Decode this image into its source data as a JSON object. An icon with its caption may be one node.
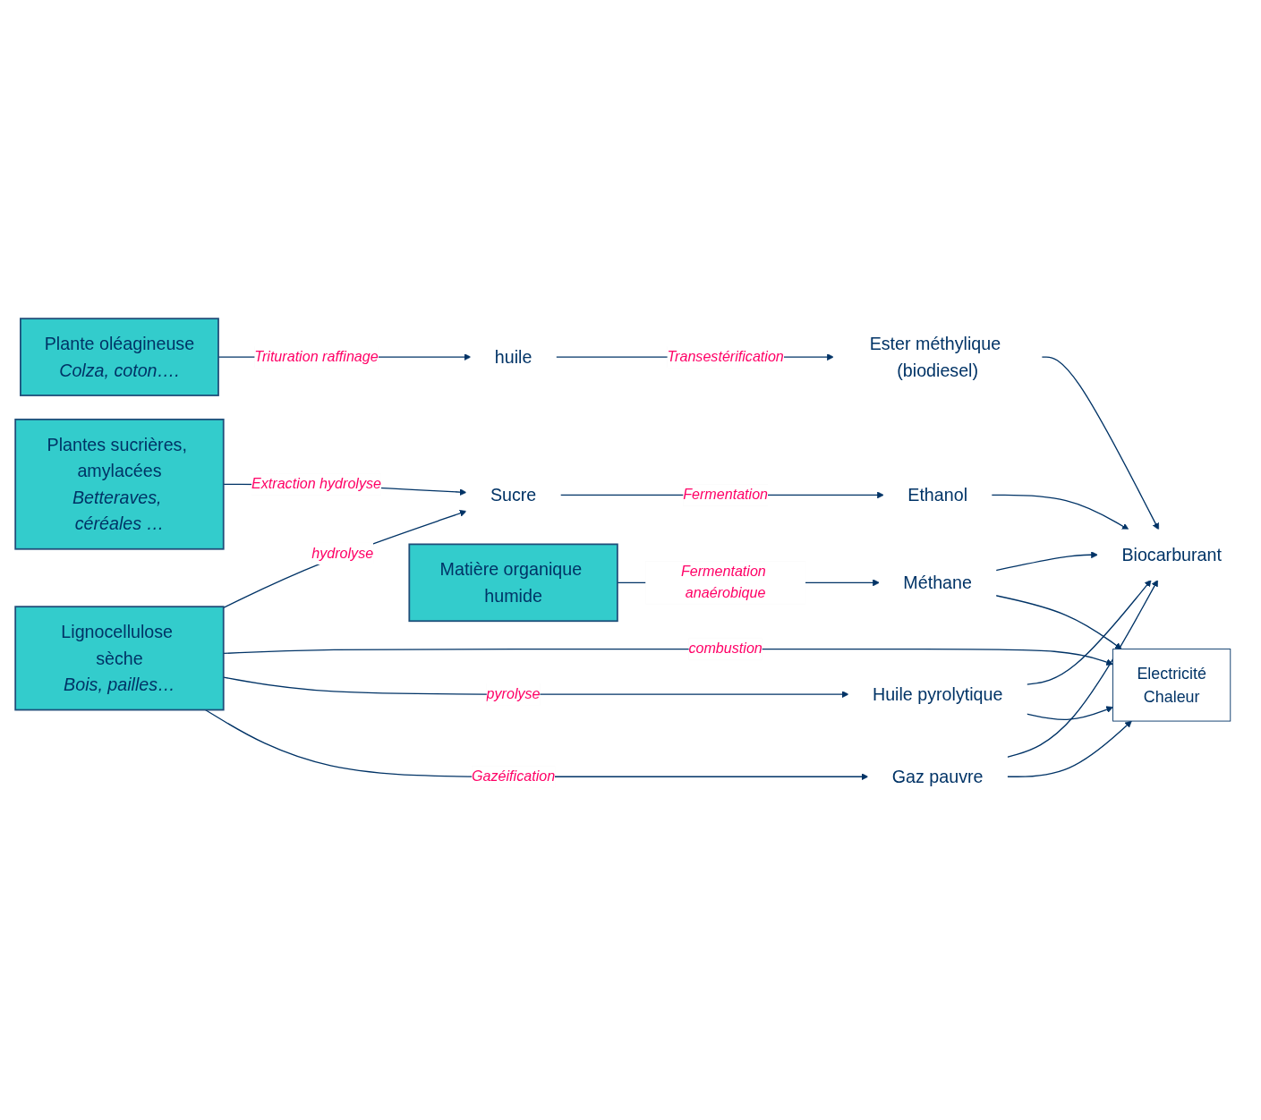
{
  "diagram": {
    "nodes": [
      {
        "text": [
          "Plante oléagineuse",
          "Colza, coton…."
        ]
      },
      {
        "text": [
          "huile"
        ]
      },
      {
        "text": [
          "Ester méthylique (biodiesel)"
        ]
      },
      {
        "text": [
          "Biocarburant"
        ]
      },
      {
        "text": [
          "Plantes sucrières, amylacées",
          "Betteraves, céréales …"
        ]
      },
      {
        "text": [
          "Sucre"
        ]
      },
      {
        "text": [
          "Ethanol"
        ]
      },
      {
        "text": [
          "Lignocellulose sèche",
          "Bois, pailles…"
        ]
      },
      {
        "text": [
          "Huile pyrolytique"
        ]
      },
      {
        "text": [
          "Gaz pauvre"
        ]
      },
      {
        "text": [
          "Electricité",
          "Chaleur"
        ]
      },
      {
        "text": [
          "Matière organique humide"
        ]
      },
      {
        "text": [
          "Méthane"
        ]
      }
    ],
    "edges": [
      {
        "from": 0,
        "to": 1,
        "arrow": "to",
        "label": "Trituration raffinage"
      },
      {
        "from": 1,
        "to": 2,
        "arrow": "to",
        "label": "Transestérification"
      },
      {
        "from": 2,
        "to": 3,
        "arrow": "to"
      },
      {
        "from": 4,
        "to": 5,
        "arrow": "to",
        "label": "Extraction hydrolyse"
      },
      {
        "from": 5,
        "to": 6,
        "arrow": "to",
        "label": "Fermentation"
      },
      {
        "from": 6,
        "to": 3,
        "arrow": "to"
      },
      {
        "from": 7,
        "to": 5,
        "arrow": "to",
        "label": "hydrolyse"
      },
      {
        "from": 7,
        "to": 10,
        "arrow": "to",
        "label": "combustion"
      },
      {
        "from": 7,
        "to": 8,
        "arrow": "to",
        "label": "pyrolyse"
      },
      {
        "from": 7,
        "to": 9,
        "arrow": "to",
        "label": "Gazéification"
      },
      {
        "from": 8,
        "to": 3,
        "arrow": "to"
      },
      {
        "from": 8,
        "to": 10,
        "arrow": "to"
      },
      {
        "from": 9,
        "to": 3,
        "arrow": "to"
      },
      {
        "from": 9,
        "to": 10,
        "arrow": "to"
      },
      {
        "from": 11,
        "to": 12,
        "arrow": "to",
        "label": "Fermentation anaérobique"
      },
      {
        "from": 12,
        "to": 3,
        "arrow": "to"
      },
      {
        "from": 12,
        "to": 10,
        "arrow": "to"
      }
    ]
  }
}
